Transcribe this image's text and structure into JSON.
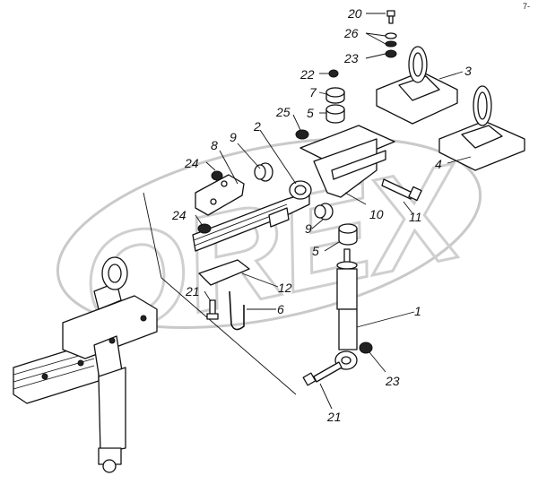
{
  "corner_mark": "7-",
  "watermark": "OREX",
  "callouts": {
    "c1": "1",
    "c2": "2",
    "c3": "3",
    "c4": "4",
    "c5a": "5",
    "c5b": "5",
    "c6": "6",
    "c7": "7",
    "c8": "8",
    "c9a": "9",
    "c9b": "9",
    "c10": "10",
    "c11": "11",
    "c12": "12",
    "c20": "20",
    "c21a": "21",
    "c21b": "21",
    "c22": "22",
    "c23a": "23",
    "c23b": "23",
    "c24a": "24",
    "c24b": "24",
    "c25": "25",
    "c26": "26"
  }
}
